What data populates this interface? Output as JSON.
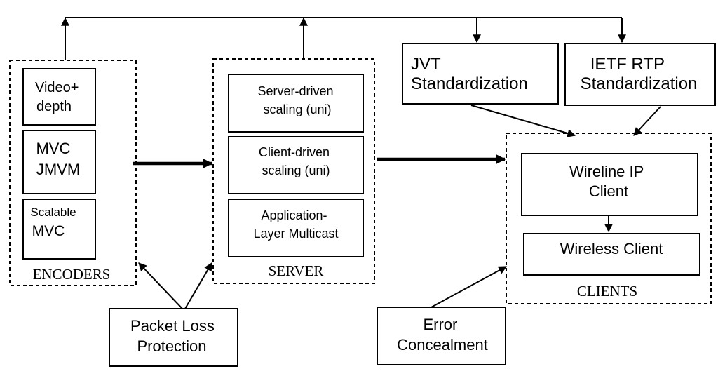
{
  "encoders": {
    "label": "ENCODERS",
    "items": [
      {
        "lines": [
          "Video+",
          "depth"
        ]
      },
      {
        "lines": [
          "MVC",
          "JMVM"
        ]
      },
      {
        "lines": [
          "Scalable",
          "MVC"
        ]
      }
    ]
  },
  "server": {
    "label": "SERVER",
    "items": [
      {
        "lines": [
          "Server-driven",
          "scaling (uni)"
        ]
      },
      {
        "lines": [
          "Client-driven",
          "scaling (uni)"
        ]
      },
      {
        "lines": [
          "Application-",
          "Layer Multicast"
        ]
      }
    ]
  },
  "standards": {
    "jvt": {
      "lines": [
        "JVT",
        "Standardization"
      ]
    },
    "ietf": {
      "lines": [
        "IETF RTP",
        "Standardization"
      ]
    }
  },
  "clients": {
    "label": "CLIENTS",
    "wireline": {
      "lines": [
        "Wireline IP",
        "Client"
      ]
    },
    "wireless": {
      "lines": [
        "Wireless Client"
      ]
    }
  },
  "packet_loss": {
    "lines": [
      "Packet Loss",
      "Protection"
    ]
  },
  "error_concealment": {
    "lines": [
      "Error",
      "Concealment"
    ]
  }
}
